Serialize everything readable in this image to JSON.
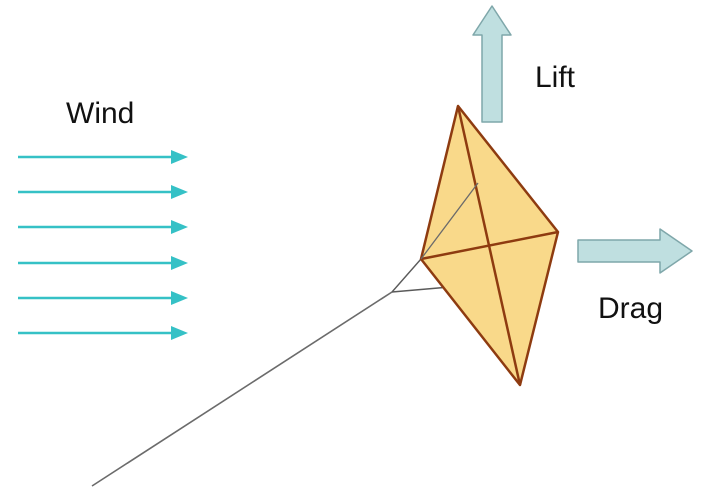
{
  "labels": {
    "wind": "Wind",
    "lift": "Lift",
    "drag": "Drag"
  },
  "colors": {
    "wind_arrow": "#35C1C6",
    "force_arrow_fill": "#BFDFE0",
    "force_arrow_stroke": "#7FA7AA",
    "kite_fill": "#F9D98A",
    "kite_stroke": "#8E3B10",
    "string": "#6B6B6B",
    "bridle": "#5A5A5A"
  },
  "icons": {
    "wind": "arrow-right-icon",
    "lift": "block-arrow-up-icon",
    "drag": "block-arrow-right-icon"
  }
}
